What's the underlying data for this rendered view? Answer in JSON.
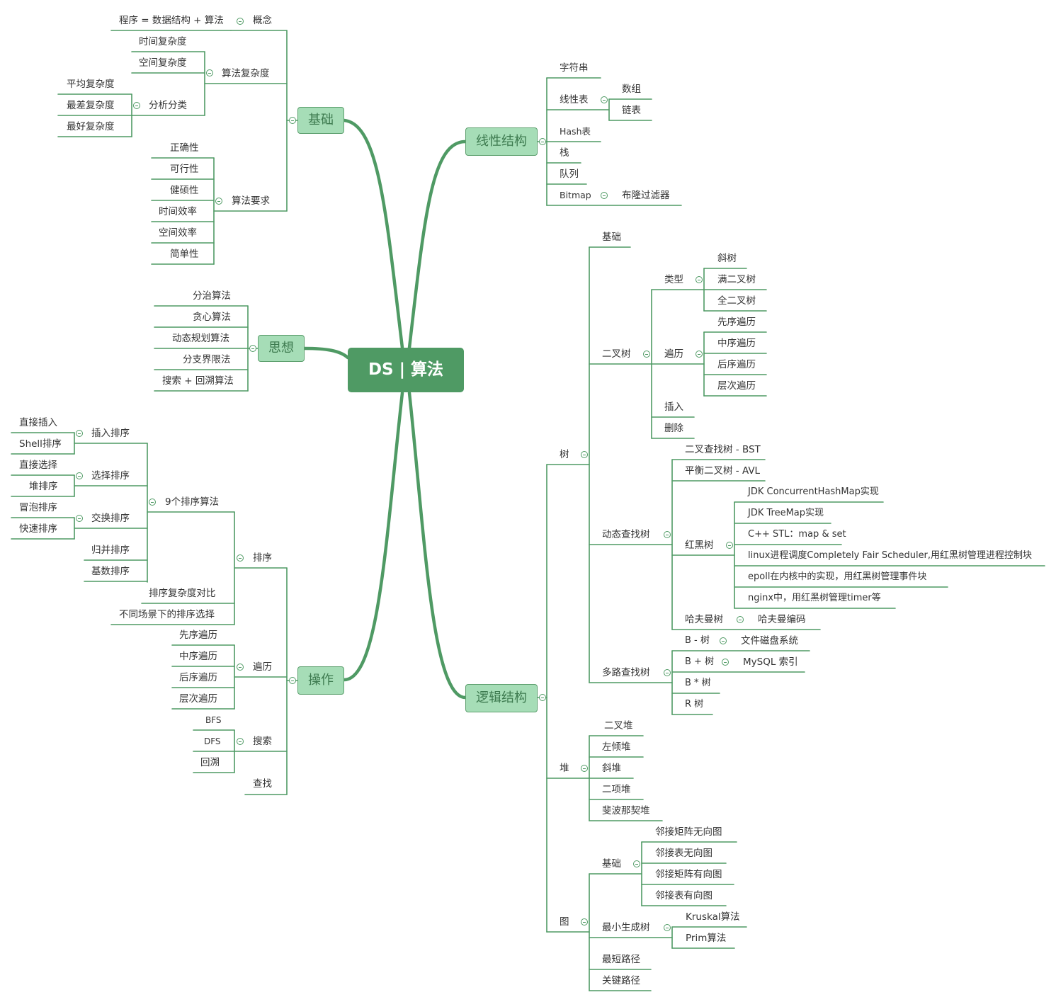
{
  "colors": {
    "line": "#4f9a64",
    "central_fill": "#4f9a64",
    "main_fill": "#a6ddb7",
    "main_text": "#3d7a4f",
    "text": "#333333"
  },
  "central": {
    "label": "DS | 算法"
  },
  "jichu": {
    "label": "基础",
    "gainian": {
      "label": "概念",
      "items": [
        "程序 = 数据结构 + 算法"
      ]
    },
    "fuzadu": {
      "label": "算法复杂度",
      "items": [
        "时间复杂度",
        "空间复杂度"
      ],
      "fenxi": {
        "label": "分析分类",
        "items": [
          "平均复杂度",
          "最差复杂度",
          "最好复杂度"
        ]
      }
    },
    "yaoqiu": {
      "label": "算法要求",
      "items": [
        "正确性",
        "可行性",
        "健硕性",
        "时间效率",
        "空间效率",
        "简单性"
      ]
    }
  },
  "sixiang": {
    "label": "思想",
    "items": [
      "分治算法",
      "贪心算法",
      "动态规划算法",
      "分支界限法",
      "搜索 + 回溯算法"
    ]
  },
  "caozuo": {
    "label": "操作",
    "paixu": {
      "label": "排序",
      "nine": {
        "label": "9个排序算法",
        "charu": {
          "label": "插入排序",
          "items": [
            "直接插入",
            "Shell排序"
          ]
        },
        "xuanze": {
          "label": "选择排序",
          "items": [
            "直接选择",
            "堆排序"
          ]
        },
        "jiaohuan": {
          "label": "交换排序",
          "items": [
            "冒泡排序",
            "快速排序"
          ]
        },
        "others": [
          "归并排序",
          "基数排序"
        ]
      },
      "items": [
        "排序复杂度对比",
        "不同场景下的排序选择"
      ]
    },
    "bianli": {
      "label": "遍历",
      "items": [
        "先序遍历",
        "中序遍历",
        "后序遍历",
        "层次遍历"
      ]
    },
    "sousuo": {
      "label": "搜索",
      "items": [
        "BFS",
        "DFS",
        "回溯"
      ]
    },
    "chazhao": {
      "label": "查找"
    }
  },
  "xianxing": {
    "label": "线性结构",
    "zifuchuan": "字符串",
    "xianxingbiao": {
      "label": "线性表",
      "items": [
        "数组",
        "链表"
      ]
    },
    "hash": "Hash表",
    "zhan": "栈",
    "duilie": "队列",
    "bitmap": {
      "label": "Bitmap",
      "items": [
        "布隆过滤器"
      ]
    }
  },
  "luoji": {
    "label": "逻辑结构",
    "shu": {
      "label": "树",
      "jichu": "基础",
      "erchashu": {
        "label": "二叉树",
        "leixing": {
          "label": "类型",
          "items": [
            "斜树",
            "满二叉树",
            "全二叉树"
          ]
        },
        "bianli": {
          "label": "遍历",
          "items": [
            "先序遍历",
            "中序遍历",
            "后序遍历",
            "层次遍历"
          ]
        },
        "charu": "插入",
        "shanchu": "删除"
      },
      "dongtai": {
        "label": "动态查找树",
        "bst": "二叉查找树 - BST",
        "avl": "平衡二叉树 - AVL",
        "hongheishu": {
          "label": "红黑树",
          "items": [
            "JDK ConcurrentHashMap实现",
            "JDK TreeMap实现",
            "C++ STL：map & set",
            "linux进程调度Completely Fair Scheduler,用红黑树管理进程控制块",
            "epoll在内核中的实现，用红黑树管理事件块",
            "nginx中，用红黑树管理timer等"
          ]
        },
        "hafuman": {
          "label": "哈夫曼树",
          "items": [
            "哈夫曼编码"
          ]
        }
      },
      "duolu": {
        "label": "多路查找树",
        "bshu": {
          "label": "B - 树",
          "items": [
            "文件磁盘系统"
          ]
        },
        "bplus": {
          "label": "B + 树",
          "items": [
            "MySQL 索引"
          ]
        },
        "bstar": "B * 树",
        "rshu": "R 树"
      }
    },
    "dui": {
      "label": "堆",
      "items": [
        "二叉堆",
        "左倾堆",
        "斜堆",
        "二项堆",
        "斐波那契堆"
      ]
    },
    "tu": {
      "label": "图",
      "jichu": {
        "label": "基础",
        "items": [
          "邻接矩阵无向图",
          "邻接表无向图",
          "邻接矩阵有向图",
          "邻接表有向图"
        ]
      },
      "zuixiao": {
        "label": "最小生成树",
        "items": [
          "Kruskal算法",
          "Prim算法"
        ]
      },
      "zuiduan": "最短路径",
      "guanjian": "关键路径"
    }
  }
}
